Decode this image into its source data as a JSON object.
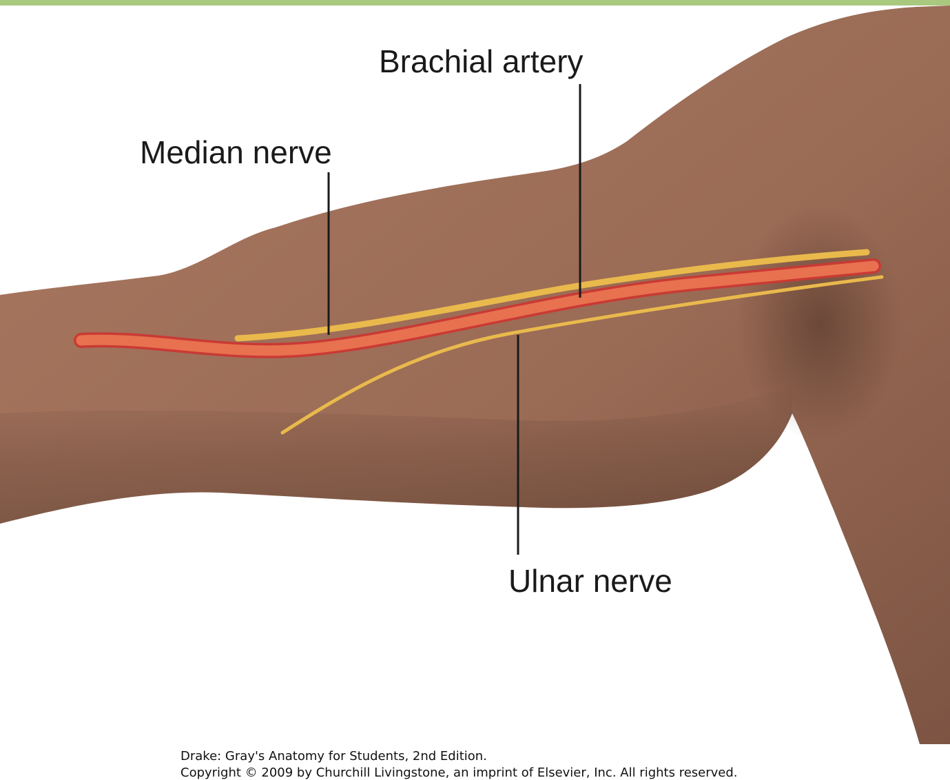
{
  "colors": {
    "top_bar": "#a9c97f",
    "skin_light": "#a97861",
    "skin_mid": "#9a6b55",
    "skin_dark": "#7d5443",
    "artery_fill": "#e8714f",
    "artery_edge": "#c93a34",
    "nerve": "#e9b94c",
    "leader_line": "#1a1a1a"
  },
  "labels": {
    "brachial_artery": "Brachial artery",
    "median_nerve": "Median nerve",
    "ulnar_nerve": "Ulnar nerve"
  },
  "credit": {
    "line1": "Drake: Gray's Anatomy for Students, 2nd Edition.",
    "line2": "Copyright © 2009 by Churchill Livingstone, an imprint of Elsevier, Inc. All rights reserved."
  }
}
